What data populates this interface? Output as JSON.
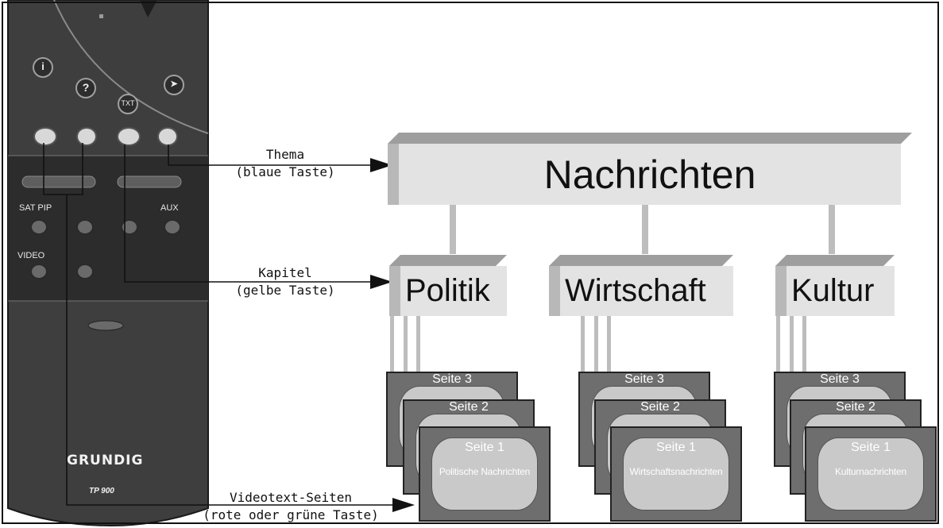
{
  "callouts": {
    "thema": {
      "line1": "Thema",
      "line2": "(blaue Taste)"
    },
    "kapitel": {
      "line1": "Kapitel",
      "line2": "(gelbe Taste)"
    },
    "seiten": {
      "line1": "Videotext-Seiten",
      "line2": "(rote oder grüne Taste)"
    }
  },
  "topic": "Nachrichten",
  "chapters": [
    {
      "label": "Politik",
      "pages": [
        "Seite 3",
        "Seite 2",
        "Seite 1"
      ],
      "detail": "Politische Nachrichten"
    },
    {
      "label": "Wirtschaft",
      "pages": [
        "Seite 3",
        "Seite 2",
        "Seite 1"
      ],
      "detail": "Wirtschaftsnachrichten"
    },
    {
      "label": "Kultur",
      "pages": [
        "Seite 3",
        "Seite 2",
        "Seite 1"
      ],
      "detail": "Kulturnachrichten"
    }
  ],
  "remote": {
    "brand": "GRUNDIG",
    "model": "TP 900",
    "labels": {
      "txt": "TXT",
      "sat_pip": "SAT PIP",
      "aux": "AUX",
      "video": "VIDEO"
    },
    "icons": [
      "info-icon",
      "help-icon",
      "txt-button",
      "eye-icon",
      "clock-icon",
      "pause-icon",
      "question-icon"
    ]
  },
  "colors": {
    "box_face": "#e3e3e3",
    "box_top": "#9e9e9e",
    "page": "#6e6e6e",
    "remote": "#3e3e3e"
  }
}
